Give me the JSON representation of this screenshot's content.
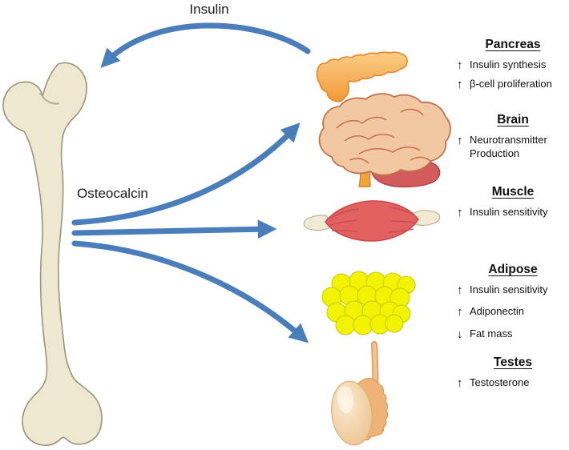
{
  "labels": {
    "insulin": "Insulin",
    "osteocalcin": "Osteocalcin"
  },
  "sections": [
    {
      "title": "Pancreas",
      "items": [
        {
          "glyph": "↑",
          "text": "Insulin synthesis"
        },
        {
          "glyph": "↑",
          "text": "β-cell proliferation"
        }
      ]
    },
    {
      "title": "Brain",
      "items": [
        {
          "glyph": "↑",
          "text": "Neurotransmitter Production"
        }
      ]
    },
    {
      "title": "Muscle",
      "items": [
        {
          "glyph": "↑",
          "text": "Insulin sensitivity"
        }
      ]
    },
    {
      "title": "Adipose",
      "items": [
        {
          "glyph": "↑",
          "text": "Insulin sensitivity"
        },
        {
          "glyph": "↑",
          "text": "Adiponectin"
        },
        {
          "glyph": "↓",
          "text": "Fat mass"
        }
      ]
    },
    {
      "title": "Testes",
      "items": [
        {
          "glyph": "↑",
          "text": "Testosterone"
        }
      ]
    }
  ],
  "colors": {
    "arrow_blue": "#4A7EBB",
    "bone_fill": "#EDE8CF",
    "bone_outline": "#9A947C",
    "pancreas_orange": "#F6A94F",
    "brain_tan": "#F2C8A2",
    "muscle_red": "#E26060",
    "adipose_yellow": "#F2F301",
    "testis_tan": "#F3D5AB",
    "text_black": "#111111"
  }
}
